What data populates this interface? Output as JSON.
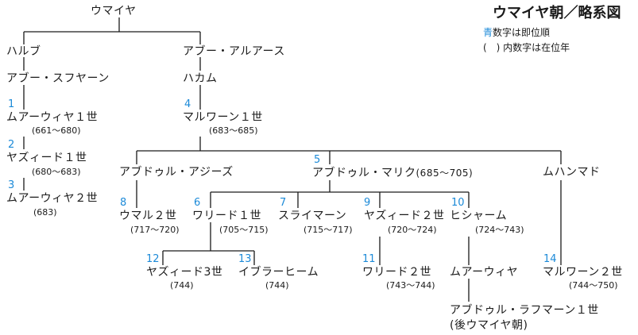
{
  "title": "ウマイヤ朝／略系図",
  "legend": {
    "line1_blue": "青",
    "line1_rest": "数字は即位順",
    "line2": "(　) 内数字は在位年"
  },
  "colors": {
    "accent": "#1c8ad8",
    "ink": "#1a1a1a"
  },
  "persons": [
    {
      "id": "umaiya",
      "name": "ウマイヤ"
    },
    {
      "id": "harb",
      "name": "ハルブ"
    },
    {
      "id": "abu_sufyan",
      "name": "アブー・スフヤーン"
    },
    {
      "id": "muawiya1",
      "num": "1",
      "name": "ムアーウィヤ１世",
      "reign": "(661～680)"
    },
    {
      "id": "yazid1",
      "num": "2",
      "name": "ヤズィード１世",
      "reign": "(680～683)"
    },
    {
      "id": "muawiya2",
      "num": "3",
      "name": "ムアーウィヤ２世",
      "reign": "(683)"
    },
    {
      "id": "abu_al_as",
      "name": "アブー・アルアース"
    },
    {
      "id": "hakam",
      "name": "ハカム"
    },
    {
      "id": "marwan1",
      "num": "4",
      "name": "マルワーン１世",
      "reign": "(683～685)"
    },
    {
      "id": "abd_al_aziz",
      "name": "アブドゥル・アジーズ"
    },
    {
      "id": "abd_al_malik",
      "num": "5",
      "name": "アブドゥル・マリク",
      "reign": "(685～705)"
    },
    {
      "id": "muhammad",
      "name": "ムハンマド"
    },
    {
      "id": "umar2",
      "num": "8",
      "name": "ウマル２世",
      "reign": "(717～720)"
    },
    {
      "id": "walid1",
      "num": "6",
      "name": "ワリード１世",
      "reign": "(705～715)"
    },
    {
      "id": "sulayman",
      "num": "7",
      "name": "スライマーン",
      "reign": "(715～717)"
    },
    {
      "id": "yazid2",
      "num": "9",
      "name": "ヤズィード２世",
      "reign": "(720～724)"
    },
    {
      "id": "hisham",
      "num": "10",
      "name": "ヒシャーム",
      "reign": "(724～743)"
    },
    {
      "id": "yazid3",
      "num": "12",
      "name": "ヤズィード3世",
      "reign": "(744)"
    },
    {
      "id": "ibrahim",
      "num": "13",
      "name": "イブラーヒーム",
      "reign": "(744)"
    },
    {
      "id": "walid2",
      "num": "11",
      "name": "ワリード２世",
      "reign": "(743～744)"
    },
    {
      "id": "muawiya_h",
      "name": "ムアーウィヤ"
    },
    {
      "id": "marwan2",
      "num": "14",
      "name": "マルワーン２世",
      "reign": "(744～750)"
    },
    {
      "id": "abd_al_rahman1",
      "name": "アブドゥル・ラフマーン１世",
      "note": "(後ウマイヤ朝)"
    }
  ]
}
